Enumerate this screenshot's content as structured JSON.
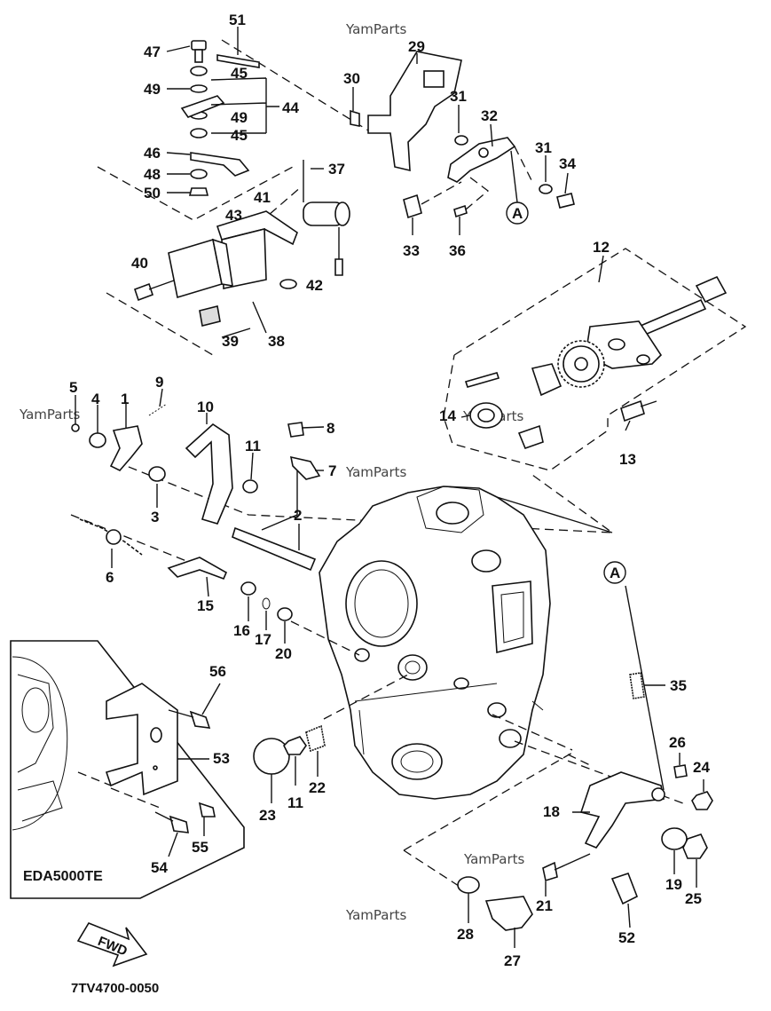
{
  "watermark": "YamParts",
  "drawing_code": "7TV4700-0050",
  "inset_label": "EDA5000TE",
  "fwd_label": "FWD",
  "ref_mark": "A",
  "numbers": {
    "n1": "1",
    "n2": "2",
    "n3": "3",
    "n4": "4",
    "n5": "5",
    "n6": "6",
    "n7": "7",
    "n8": "8",
    "n9": "9",
    "n10": "10",
    "n11a": "11",
    "n11b": "11",
    "n12": "12",
    "n13": "13",
    "n14": "14",
    "n15": "15",
    "n16": "16",
    "n17": "17",
    "n18": "18",
    "n19": "19",
    "n20": "20",
    "n21": "21",
    "n22": "22",
    "n23": "23",
    "n24": "24",
    "n25": "25",
    "n26": "26",
    "n27": "27",
    "n28": "28",
    "n29": "29",
    "n30": "30",
    "n31a": "31",
    "n31b": "31",
    "n32": "32",
    "n33": "33",
    "n34": "34",
    "n35": "35",
    "n36": "36",
    "n37": "37",
    "n38": "38",
    "n39": "39",
    "n40": "40",
    "n41": "41",
    "n42": "42",
    "n43": "43",
    "n44": "44",
    "n45a": "45",
    "n45b": "45",
    "n46": "46",
    "n47": "47",
    "n48": "48",
    "n49a": "49",
    "n49b": "49",
    "n50": "50",
    "n51": "51",
    "n52": "52",
    "n53": "53",
    "n54": "54",
    "n55": "55",
    "n56": "56"
  }
}
